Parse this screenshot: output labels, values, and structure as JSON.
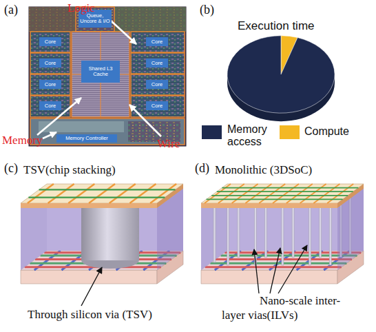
{
  "diagram": {
    "nodes": [
      {
        "text": [
          "Queue, Uncore & I/O"
        ]
      },
      {
        "text": [
          "Core"
        ]
      },
      {
        "text": [
          "Core"
        ]
      },
      {
        "text": [
          "Core"
        ]
      },
      {
        "text": [
          "Core"
        ]
      },
      {
        "text": [
          "Shared L3 Cache"
        ]
      },
      {
        "text": [
          "Core"
        ]
      },
      {
        "text": [
          "Core"
        ]
      },
      {
        "text": [
          "Core"
        ]
      },
      {
        "text": [
          "Core"
        ]
      },
      {
        "text": [
          "Memory Controller"
        ]
      }
    ],
    "labels": [
      "(a)",
      "Logic",
      "Memory",
      "Wire",
      "(b)",
      "Execution time",
      "(c)",
      "TSV(chip stacking)",
      "Through silicon via (TSV)",
      "(d)",
      "Monolithic (3DSoC)",
      "Nano-scale inter-layer vias(ILVs)"
    ],
    "legend": [
      {
        "text": "Memory access",
        "color": "#1e2a4f"
      },
      {
        "text": "Compute",
        "color": "#f4b823"
      }
    ]
  }
}
